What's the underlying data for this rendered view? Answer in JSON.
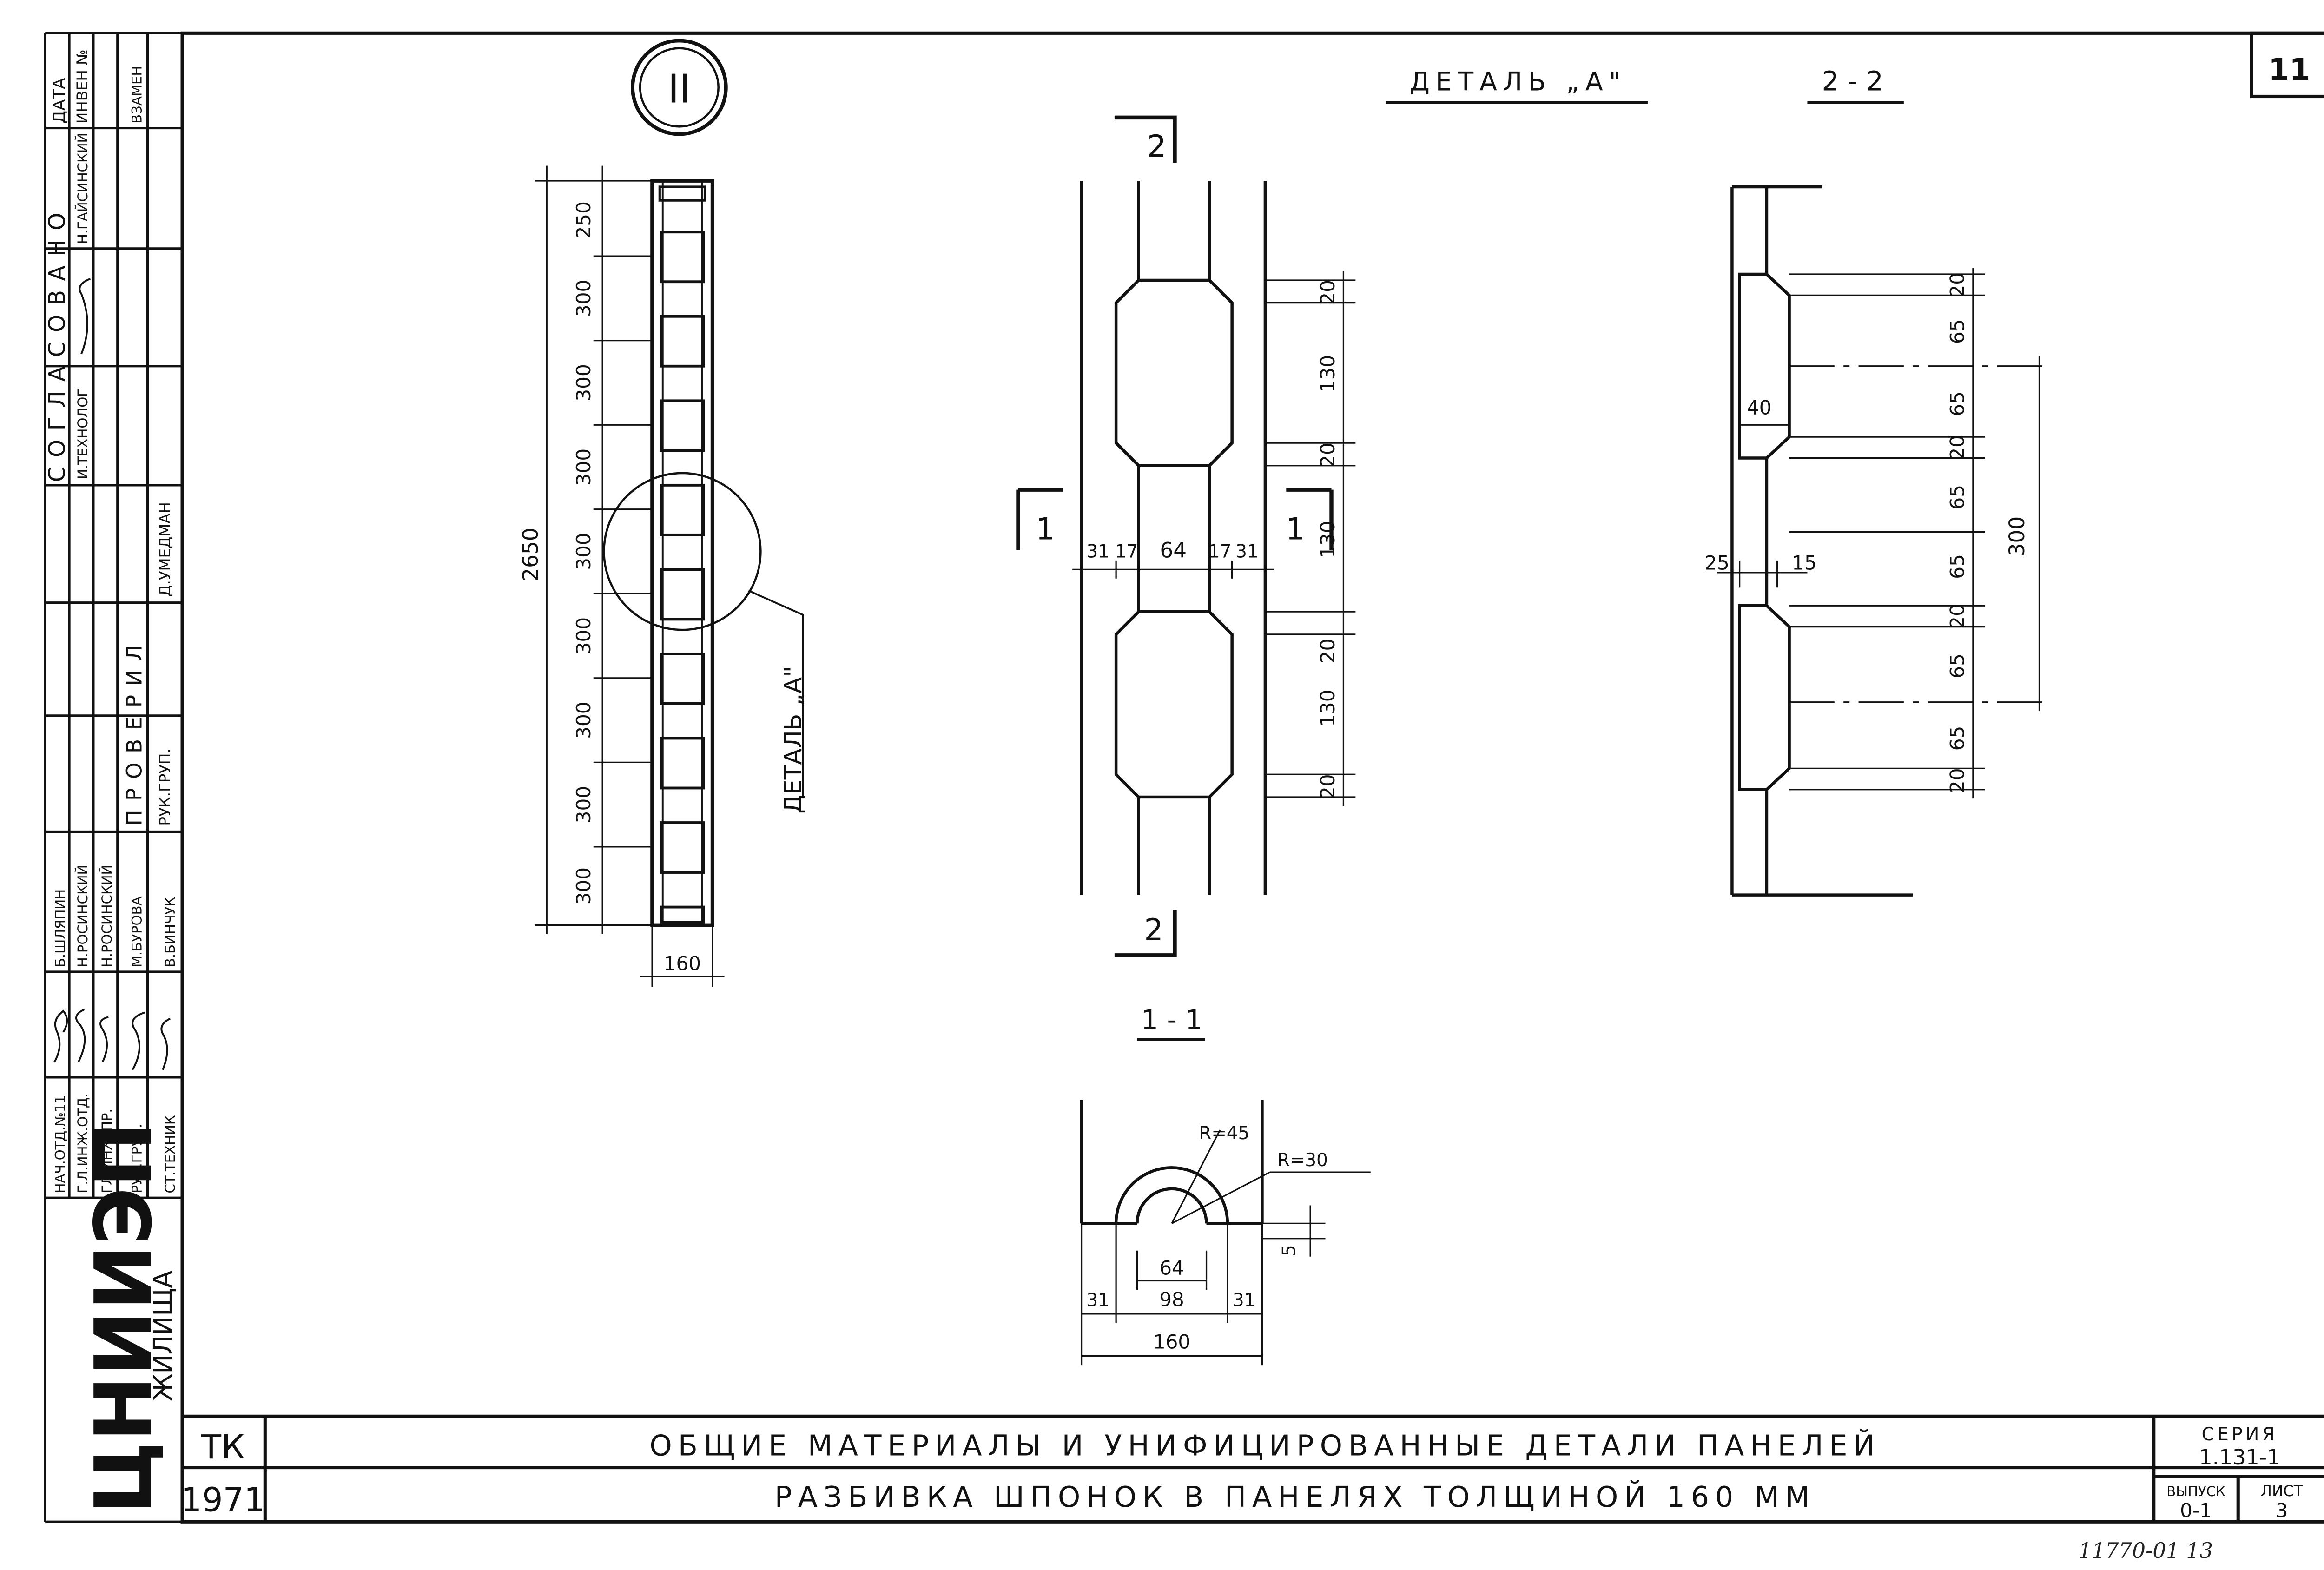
{
  "sheet_number": "11",
  "title_block": {
    "org_logo": "ЦНИИЭП",
    "org_name": "ЖИЛИЩА",
    "tk_code": "ТК",
    "year": "1971",
    "main_title": "ОБЩИЕ МАТЕРИАЛЫ И УНИФИЦИРОВАННЫЕ ДЕТАЛИ ПАНЕЛЕЙ",
    "sub_title": "РАЗБИВКА ШПОНОК В ПАНЕЛЯХ ТОЛЩИНОЙ 160 ММ",
    "series_label": "СЕРИЯ",
    "series_value": "1.131-1",
    "issue_label": "ВЫПУСК",
    "issue_value": "0-1",
    "sheet_label": "ЛИСТ",
    "sheet_value": "3"
  },
  "side_stamp": {
    "agreed_label": "СОГЛАСОВАНО",
    "date_label": "ДАТА",
    "inv_label": "ИНВЕН №",
    "replace_label": "ВЗАМЕН",
    "agreed_role_1": "И.ТЕХНОЛОГ",
    "agreed_name_1": "Н.ГАЙСИНСКИЙ",
    "checked_label": "ПРОВЕРИЛ",
    "checked_role": "РУК.ГРУП.",
    "checked_name": "Д.УМЕДМАН",
    "rows": [
      {
        "role": "НАЧ.ОТД.№11",
        "name": "Б.ШЛЯПИН"
      },
      {
        "role": "Г.Л.ИНЖ.ОТД.",
        "name": "Н.РОСИНСКИЙ"
      },
      {
        "role": "ГЛ.ИНЖ.ПР.",
        "name": "Н.РОСИНСКИЙ"
      },
      {
        "role": "РУК.ГРУП.",
        "name": "М.БУРОВА"
      },
      {
        "role": "СТ.ТЕХНИК",
        "name": "В.БИНЧУК"
      }
    ]
  },
  "views": {
    "panel": {
      "mark": "II",
      "overall": "2650",
      "width": "160",
      "spacings": [
        "250",
        "300",
        "300",
        "300",
        "300",
        "300",
        "300",
        "300",
        "300"
      ],
      "detail_callout": "ДЕТАЛЬ „А\""
    },
    "detail_a": {
      "title": "ДЕТАЛЬ „А\"",
      "section_mark_top": "2",
      "section_mark_bottom": "2",
      "section_mark_left": "1",
      "section_mark_right": "1",
      "horizontal": [
        "31",
        "17",
        "64",
        "17",
        "31"
      ],
      "vertical": [
        "20",
        "130",
        "20",
        "130",
        "20",
        "130",
        "20"
      ]
    },
    "section_2_2": {
      "title": "2 - 2",
      "depth": "40",
      "left": "25",
      "right": "15",
      "right_chain": [
        "20",
        "65",
        "65",
        "20",
        "65",
        "65",
        "20",
        "65",
        "65",
        "20"
      ],
      "overall": "300"
    },
    "section_1_1": {
      "title": "1 - 1",
      "r_outer": "R=45",
      "r_inner": "R=30",
      "depth": "5",
      "inner": "64",
      "bottom_chain": [
        "31",
        "98",
        "31"
      ],
      "overall": "160"
    }
  },
  "footer_note": "11770-01 13"
}
